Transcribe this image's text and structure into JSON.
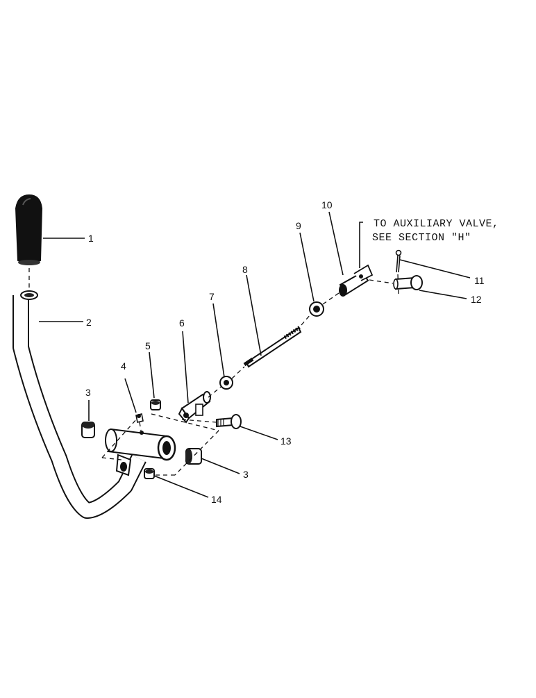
{
  "callouts": {
    "c1": "1",
    "c2": "2",
    "c3a": "3",
    "c3b": "3",
    "c4": "4",
    "c5": "5",
    "c6": "6",
    "c7": "7",
    "c8": "8",
    "c9": "9",
    "c10": "10",
    "c11": "11",
    "c12": "12",
    "c13": "13",
    "c14": "14"
  },
  "note": {
    "line1": "TO AUXILIARY VALVE,",
    "line2": "SEE SECTION \"H\""
  },
  "colors": {
    "ink": "#111111",
    "background": "#ffffff"
  }
}
